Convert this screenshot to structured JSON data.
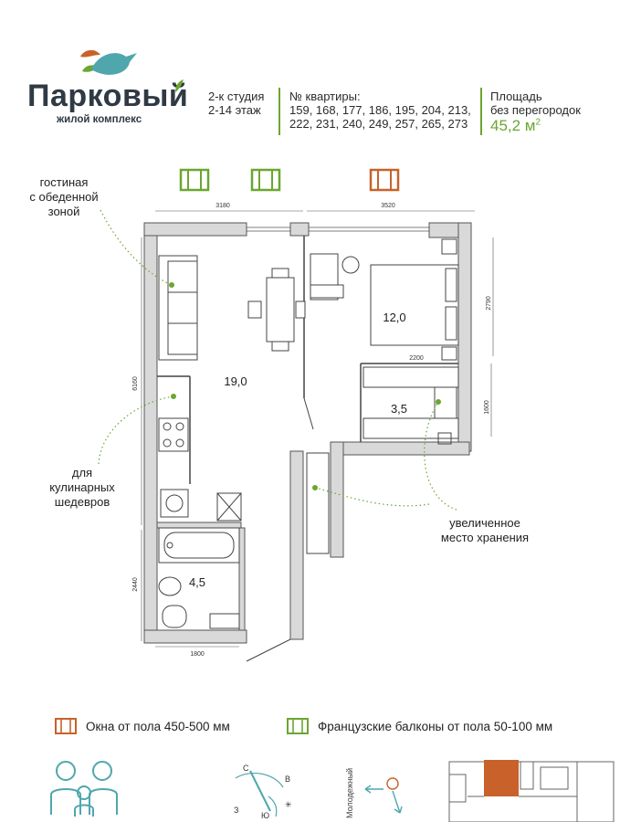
{
  "brand": {
    "name": "Парковый",
    "subtitle": "жилой комплекс"
  },
  "apartment": {
    "type": "2-к студия",
    "floors": "2-14 этаж"
  },
  "numbers": {
    "title": "№ квартиры:",
    "line1": "159, 168, 177, 186, 195, 204, 213,",
    "line2": "222, 231, 240, 249, 257, 265, 273"
  },
  "area": {
    "title_line1": "Площадь",
    "title_line2": "без перегородок",
    "value": "45,2 м",
    "unit_sup": "2"
  },
  "annotations": {
    "living": [
      "гостиная",
      "с обеденной",
      "зоной"
    ],
    "kitchen": [
      "для",
      "кулинарных",
      "шедевров"
    ],
    "storage": [
      "увеличенное",
      "место хранения"
    ]
  },
  "dimensions": {
    "top_left": "3180",
    "top_right": "3520",
    "left_total": "6160",
    "bath_height": "2440",
    "bath_width": "1800",
    "bedroom_height": "2790",
    "bedroom_width": "2200",
    "wardrobe_height": "1600"
  },
  "rooms": {
    "living": "19,0",
    "bedroom": "12,0",
    "wardrobe": "3,5",
    "bathroom": "4,5"
  },
  "legend": {
    "orange_windows": "Окна от пола 450-500 мм",
    "green_balconies": "Французские балконы от пола 50-100 мм"
  },
  "compass": {
    "n": "С",
    "e": "В",
    "s": "Ю",
    "w": "З"
  },
  "street": "Молодежный",
  "colors": {
    "accent_green": "#6ba630",
    "accent_orange": "#c8622a",
    "accent_teal": "#4fa7ad",
    "wall": "#d9d9d9"
  },
  "icons": [
    "bird-logo-icon",
    "family-icon",
    "compass-icon",
    "wind-rose-icon",
    "window-icon",
    "balcony-icon"
  ]
}
